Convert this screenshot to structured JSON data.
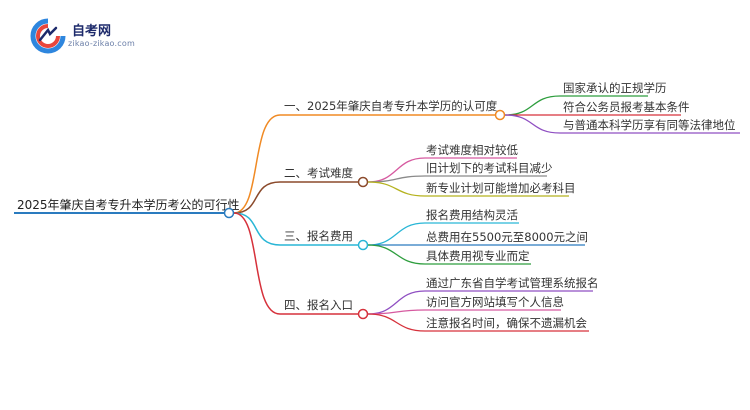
{
  "logo": {
    "title": "自考网",
    "subtitle": "zikao-zikao.com",
    "colors": {
      "primary": "#1d2a6b",
      "accent": "#e8463c",
      "blue": "#2e86de"
    }
  },
  "mindmap": {
    "root": "2025年肇庆自考专升本学历考公的可行性",
    "branches": [
      {
        "label": "一、2025年肇庆自考专升本学历的认可度",
        "color": "#f08a24",
        "children": [
          "国家承认的正规学历",
          "符合公务员报考基本条件",
          "与普通本科学历享有同等法律地位"
        ],
        "child_colors": [
          "#2e9e3e",
          "#d6313b",
          "#8f4fc2"
        ]
      },
      {
        "label": "二、考试难度",
        "color": "#8b4a2b",
        "children": [
          "考试难度相对较低",
          "旧计划下的考试科目减少",
          "新专业计划可能增加必考科目"
        ],
        "child_colors": [
          "#d65aa0",
          "#8a8a8a",
          "#b5b21e"
        ]
      },
      {
        "label": "三、报名费用",
        "color": "#29b6d6",
        "children": [
          "报名费用结构灵活",
          "总费用在5500元至8000元之间",
          "具体费用视专业而定"
        ],
        "child_colors": [
          "#29b6d6",
          "#2a7bbf",
          "#2e9e3e"
        ]
      },
      {
        "label": "四、报名入口",
        "color": "#d6313b",
        "children": [
          "通过广东省自学考试管理系统报名",
          "访问官方网站填写个人信息",
          "注意报名时间，确保不遗漏机会"
        ],
        "child_colors": [
          "#8f4fc2",
          "#d65aa0",
          "#d6313b"
        ]
      }
    ],
    "root_color": "#2a7bbf"
  }
}
